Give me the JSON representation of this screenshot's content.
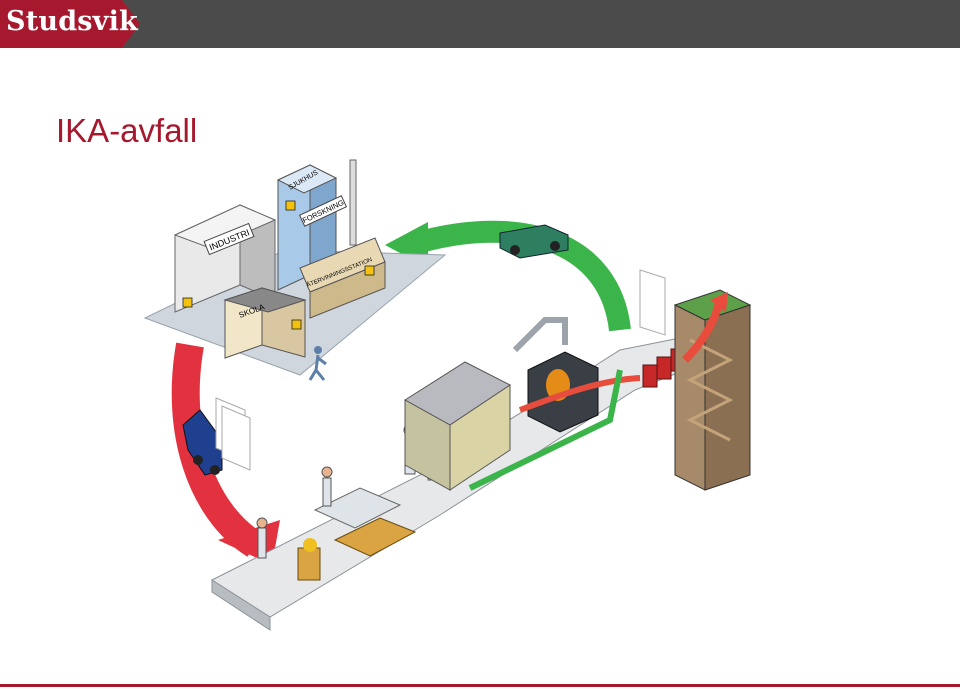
{
  "header": {
    "logo_text": "Studsvik",
    "brand_color": "#a5182d",
    "bar_color": "#4b4b4b"
  },
  "slide": {
    "title": "IKA-avfall"
  },
  "diagram": {
    "building_labels": {
      "industri": "INDUSTRI",
      "sjukhus": "SJUKHUS",
      "forskning": "FORSKNING",
      "atervinning": "ÅTERVINNINGSSTATION",
      "skola": "SKOLA"
    },
    "arrow_colors": {
      "collect": "#e2323f",
      "return": "#3bb44a",
      "disposal": "#e74c3c"
    }
  }
}
